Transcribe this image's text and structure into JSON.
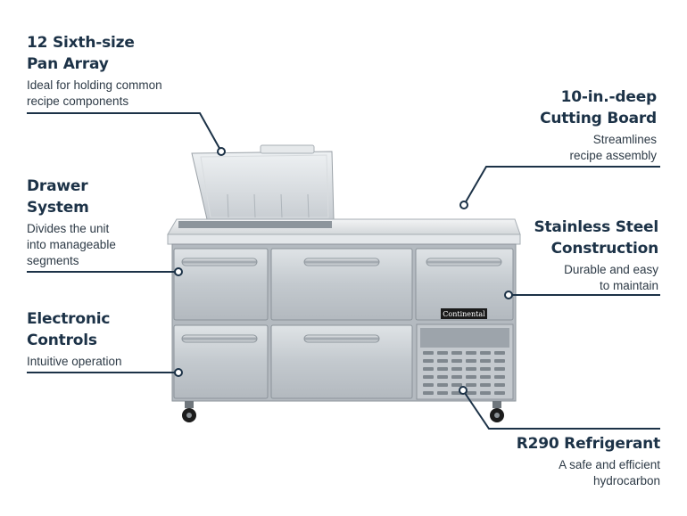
{
  "features": {
    "pan_array": {
      "title_line1": "12 Sixth-size",
      "title_line2": "Pan Array",
      "desc_line1": "Ideal for holding common",
      "desc_line2": "recipe components"
    },
    "cutting_board": {
      "title_line1": "10-in.-deep",
      "title_line2": "Cutting Board",
      "desc_line1": "Streamlines",
      "desc_line2": "recipe assembly"
    },
    "drawer_system": {
      "title_line1": "Drawer",
      "title_line2": "System",
      "desc_line1": "Divides the unit",
      "desc_line2": "into manageable",
      "desc_line3": "segments"
    },
    "stainless_steel": {
      "title_line1": "Stainless Steel",
      "title_line2": "Construction",
      "desc_line1": "Durable and easy",
      "desc_line2": "to maintain"
    },
    "electronic_controls": {
      "title_line1": "Electronic",
      "title_line2": "Controls",
      "desc_line1": "Intuitive operation"
    },
    "refrigerant": {
      "title_line1": "R290 Refrigerant",
      "desc_line1": "A safe and efficient",
      "desc_line2": "hydrocarbon"
    }
  },
  "product": {
    "brand_badge": "Continental"
  },
  "colors": {
    "text_dark": "#1c3247",
    "line": "#1c3247",
    "steel": "#c9ced3"
  }
}
